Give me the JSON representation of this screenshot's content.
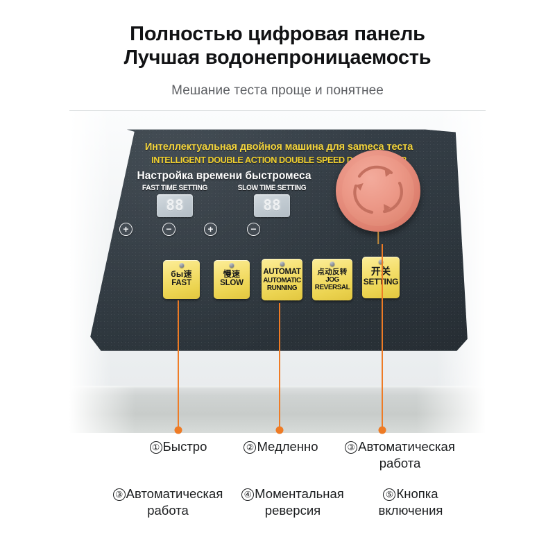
{
  "heading": {
    "line1": "Полностью цифровая панель",
    "line2": "Лучшая водонепроницаемость",
    "sub": "Мешание теста проще и понятнее"
  },
  "panel": {
    "title_ru": "Интеллектуальная двойноя машина для sameca теста",
    "title_en": "INTELLIGENT DOUBLE ACTION DOUBLE SPEED DOUGH MIXER",
    "section_title_ru": "Настройка времени быстромеса",
    "fast_time_label": "FAST TIME SETTING",
    "slow_time_label": "SLOW TIME SETTING",
    "displays": [
      {
        "name": "fast-time-display",
        "value": "88"
      },
      {
        "name": "slow-time-display",
        "value": "88"
      }
    ],
    "steppers": [
      {
        "name": "fast-plus",
        "glyph": "+"
      },
      {
        "name": "fast-minus",
        "glyph": "−"
      },
      {
        "name": "slow-plus",
        "glyph": "+"
      },
      {
        "name": "slow-minus",
        "glyph": "−"
      }
    ],
    "buttons": [
      {
        "cn": "бы速",
        "en1": "FAST",
        "en2": "",
        "en3": ""
      },
      {
        "cn": "慢速",
        "en1": "SLOW",
        "en2": "",
        "en3": ""
      },
      {
        "cn": "AUTOMAT",
        "en1": "AUTOMATIC",
        "en2": "RUNNING",
        "en3": ""
      },
      {
        "cn": "点动反转",
        "en1": "JOG",
        "en2": "REVERSAL",
        "en3": ""
      },
      {
        "cn": "开关",
        "en1": "SETTING",
        "en2": "",
        "en3": ""
      }
    ],
    "knob": {
      "name": "emergency-rotary-knob",
      "color": "#e08874"
    }
  },
  "callouts": {
    "row1": [
      {
        "num": "①",
        "text": "Быстро"
      },
      {
        "num": "②",
        "text": "Медленно"
      },
      {
        "num": "③",
        "text_l1": "Автоматическая",
        "text_l2": "работа"
      }
    ],
    "row2": [
      {
        "num": "③",
        "text_l1": "Автоматическая",
        "text_l2": "работа"
      },
      {
        "num": "④",
        "text_l1": "Моментальная",
        "text_l2": "реверсия"
      },
      {
        "num": "⑤",
        "text_l1": "Кнопка",
        "text_l2": "включения"
      }
    ]
  },
  "colors": {
    "accent_orange": "#ee7b25",
    "panel_dark": "#2e373e",
    "button_yellow": "#f0d95e",
    "label_yellow": "#f2d33c",
    "knob_salmon": "#e08874"
  }
}
